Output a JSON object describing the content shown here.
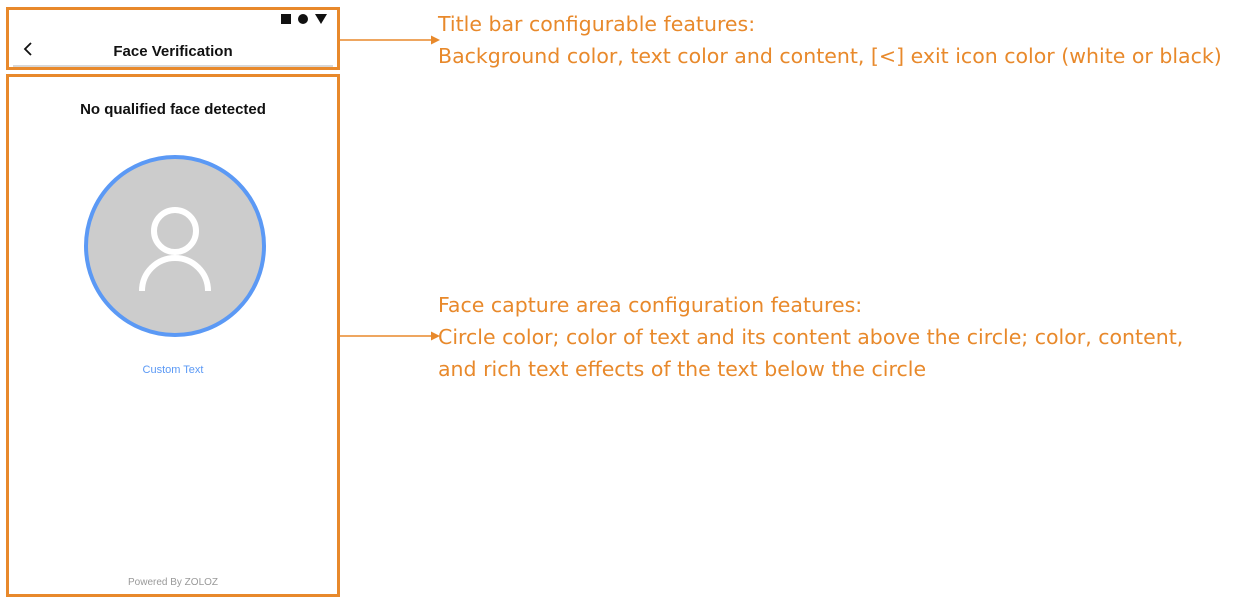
{
  "phone": {
    "title_bar": {
      "title": "Face Verification",
      "icons": [
        "square-icon",
        "circle-icon",
        "triangle-icon",
        "back-icon"
      ]
    },
    "capture_area": {
      "heading": "No qualified face detected",
      "custom_text": "Custom Text",
      "powered_by": "Powered By ZOLOZ",
      "circle_color": "#5b99f5"
    }
  },
  "annotations": {
    "title_bar": {
      "line1": "Title bar configurable features:",
      "line2": "Background color, text color and content, [<] exit icon color (white or black)"
    },
    "capture_area": {
      "line1": "Face capture area configuration features:",
      "line2": "Circle color; color of text and its content above the circle; color, content,",
      "line3": "and rich text effects of the text below the circle"
    }
  },
  "colors": {
    "accent": "#e8892b",
    "circle": "#5b99f5"
  }
}
